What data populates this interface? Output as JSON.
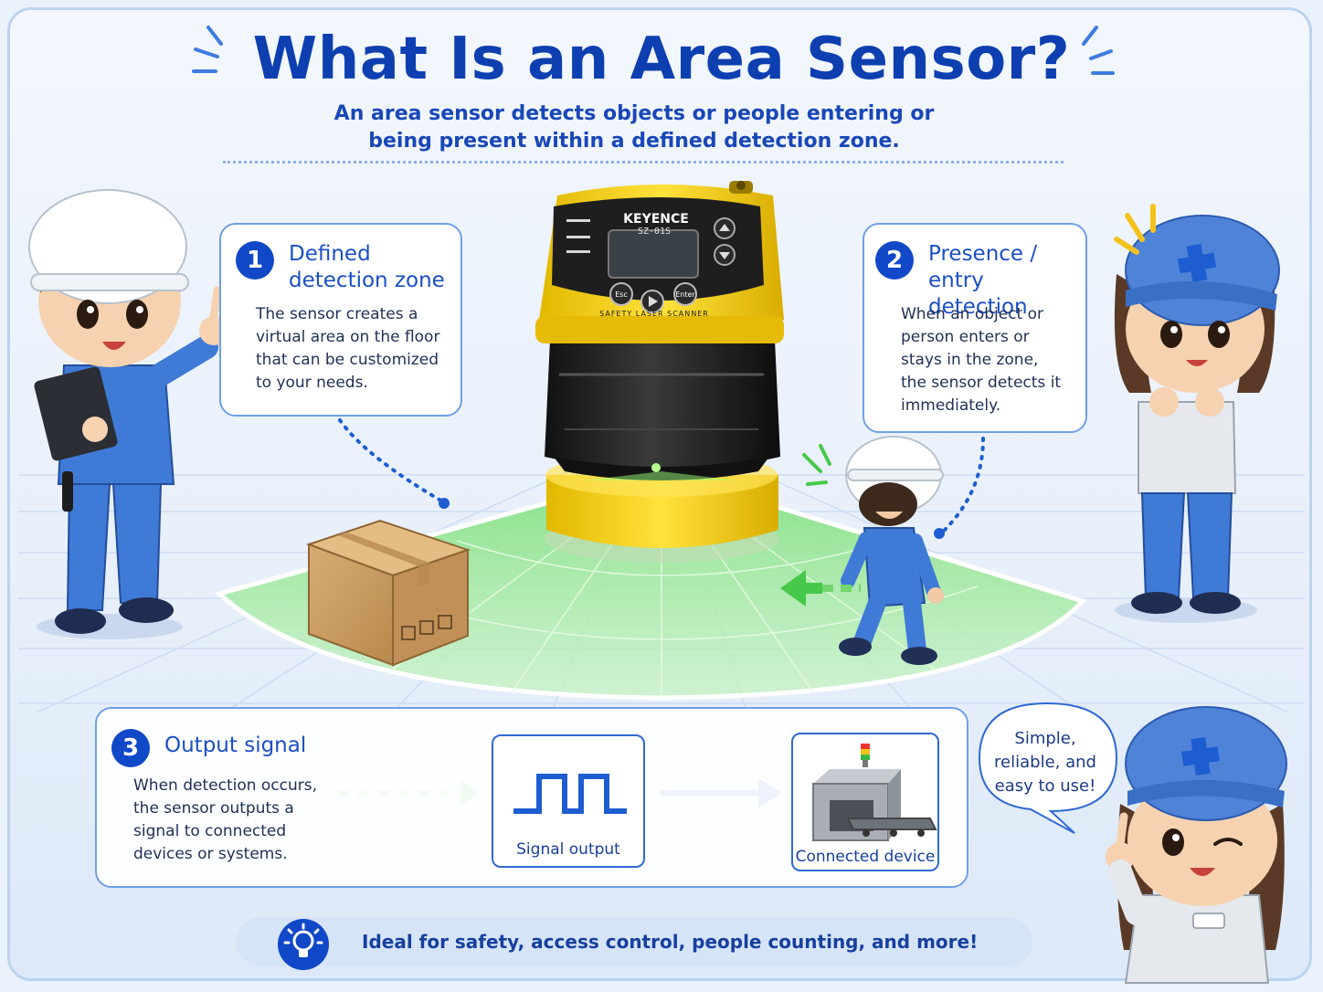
{
  "title": "What Is an Area Sensor?",
  "subtitle_line1": "An area sensor detects objects or people entering or",
  "subtitle_line2": "being present within a defined detection zone.",
  "sensor": {
    "brand": "KEYENCE",
    "model": "SZ-01S",
    "band_text": "SAFETY LASER SCANNER",
    "buttons": [
      "Esc",
      "Enter"
    ],
    "body_color": "#f2d21a",
    "beam_color": "#47e04a"
  },
  "card1": {
    "number": "1",
    "title_line1": "Defined",
    "title_line2": "detection zone",
    "body": [
      "The sensor creates a",
      "virtual area on the floor",
      "that can be customized",
      "to your needs."
    ]
  },
  "card2": {
    "number": "2",
    "title_line1": "Presence /",
    "title_line2": "entry detection",
    "body": [
      "When an object or",
      "person enters or",
      "stays in the zone,",
      "the sensor detects it",
      "immediately."
    ]
  },
  "card3": {
    "number": "3",
    "title": "Output signal",
    "body": [
      "When detection occurs,",
      "the sensor outputs a",
      "signal to connected",
      "devices or systems."
    ]
  },
  "signal_output_label": "Signal output",
  "connected_device_label": "Connected device",
  "speech_bubble": [
    "Simple,",
    "reliable, and",
    "easy to use!"
  ],
  "footer": "Ideal for safety, access control, people counting, and more!",
  "icons": [
    "lightbulb-icon",
    "cardboard-box",
    "square-wave-icon",
    "conveyor-machine-icon",
    "arrow-right-icon"
  ],
  "colors": {
    "accent_blue": "#1048c8",
    "zone_green": "#9ee89a",
    "uniform_blue": "#3f7ad6"
  }
}
